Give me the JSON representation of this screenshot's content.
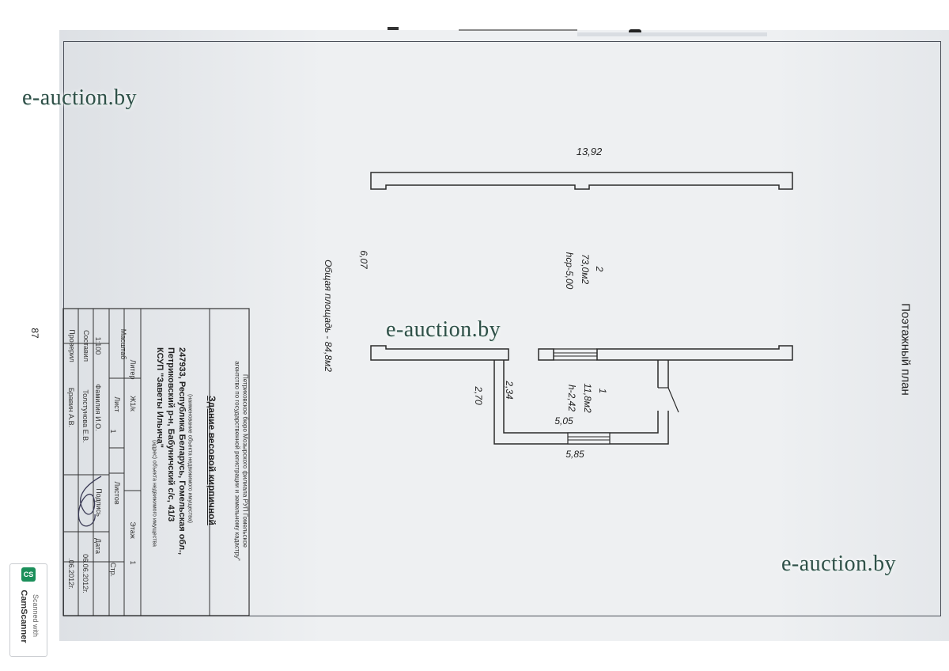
{
  "page_number": "87",
  "plan": {
    "title": "Поэтажный план",
    "total_area": "Общая площадь - 84,8м2",
    "dim_top": "13,92",
    "dim_side": "6,07",
    "room2": {
      "number": "2",
      "area": "73,0м2",
      "height": "hср-5,00"
    },
    "room1": {
      "number": "1",
      "area": "11,8м2",
      "height": "h-2,42"
    },
    "dim_505": "5,05",
    "dim_585": "5,85",
    "dim_234": "2,34",
    "dim_270": "2,70"
  },
  "title_block": {
    "org_line1": "Петриковское бюро Мозырского филиала РУП Гомельское",
    "org_line2": "агентство по государственной регистрации и земельному кадастру\"",
    "object_name": "Здание весовой кирпичной",
    "object_name_caption": "(наименование объекта недвижимого имущества)",
    "address_line1": "247933, Республика Беларусь, Гомельская обл.,",
    "address_line2": "Петриковский р-н, Бабуничский с/с, 41/3",
    "address_line3": "КСУП \"Заветы Ильича\"",
    "address_caption": "(адрес) объекта недвижимого имущества",
    "liter_label": "Литер",
    "liter_value": "Ж1/к",
    "floor_label": "Этаж",
    "floor_value": "1",
    "scale_label": "Масштаб",
    "scale_value": "1:100",
    "sheet_label": "Лист",
    "sheet_value": "1",
    "sheets_label": "Листов",
    "page_label": "Стр.",
    "fio_label": "Фамилия И.О.",
    "sign_label": "Подпись",
    "date_label": "Дата",
    "compiled_label": "Составил",
    "compiled_name": "Толстунова Е.В.",
    "compiled_date": "06.06.2012г.",
    "checked_label": "Проверил",
    "checked_name": "Бравин А.В.",
    "checked_date": ".06.2012г."
  },
  "watermarks": [
    "e-auction.by",
    "e-auction.by",
    "e-auction.by"
  ],
  "camscanner": {
    "line1": "Scanned with",
    "line2": "CamScanner",
    "logo": "CS"
  }
}
